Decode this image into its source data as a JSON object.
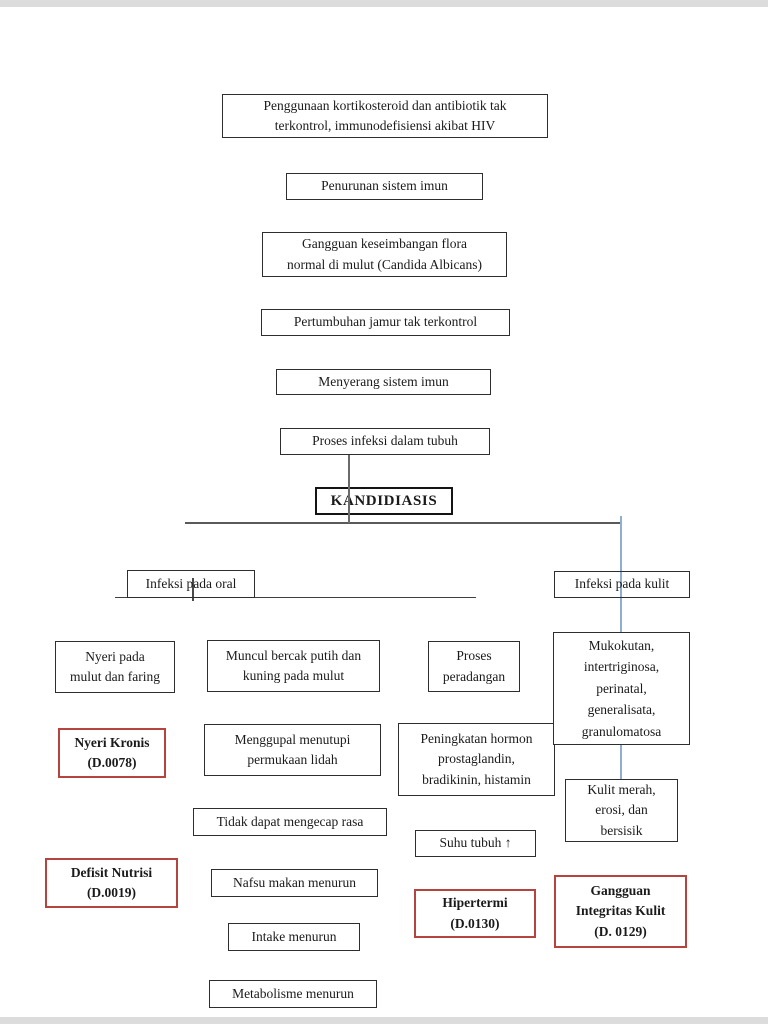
{
  "diagram": {
    "title": "KANDIDIASIS",
    "colors": {
      "background": "#ffffff",
      "box_border": "#2e2e2e",
      "diagnosis_border_red": "#b5443f",
      "connector_gray": "#5a5a5a",
      "connector_blue": "#8fafd0"
    },
    "nodes": {
      "cause": "Penggunaan kortikosteroid dan antibiotik tak\nterkontrol, immunodefisiensi akibat HIV",
      "immune_decline": "Penurunan sistem imun",
      "flora_imbalance": "Gangguan keseimbangan flora\nnormal di mulut (Candida Albicans)",
      "fungal_growth": "Pertumbuhan jamur tak terkontrol",
      "attack_immune": "Menyerang sistem imun",
      "infection_process": "Proses infeksi dalam tubuh",
      "kandidiasis": "KANDIDIASIS",
      "oral_branch": "Infeksi pada oral",
      "skin_branch": "Infeksi pada kulit",
      "nyeri_mulut_faring": "Nyeri pada\nmulut dan faring",
      "bercak_putih": "Muncul bercak putih dan\nkuning pada mulut",
      "proses_peradangan": "Proses\nperadangan",
      "mukokutan": "Mukokutan,\nintertriginosa,\nperinatal,\ngeneralisata,\ngranulomatosa",
      "nyeri_kronis": "Nyeri Kronis\n(D.0078)",
      "menggupal": "Menggupal menutupi\npermukaan lidah",
      "peningkatan_hormon": "Peningkatan hormon\nprostaglandin,\nbradikinin, histamin",
      "tidak_mengecap": "Tidak dapat mengecap rasa",
      "suhu_tubuh": "Suhu tubuh ↑",
      "kulit_merah": "Kulit merah,\nerosi, dan\nbersisik",
      "defisit_nutrisi": "Defisit Nutrisi\n(D.0019)",
      "nafsu_makan": "Nafsu makan menurun",
      "hipertermi": "Hipertermi\n(D.0130)",
      "gangguan_integritas": "Gangguan\nIntegritas Kulit\n(D. 0129)",
      "intake": "Intake menurun",
      "metabolisme": "Metabolisme menurun"
    }
  }
}
